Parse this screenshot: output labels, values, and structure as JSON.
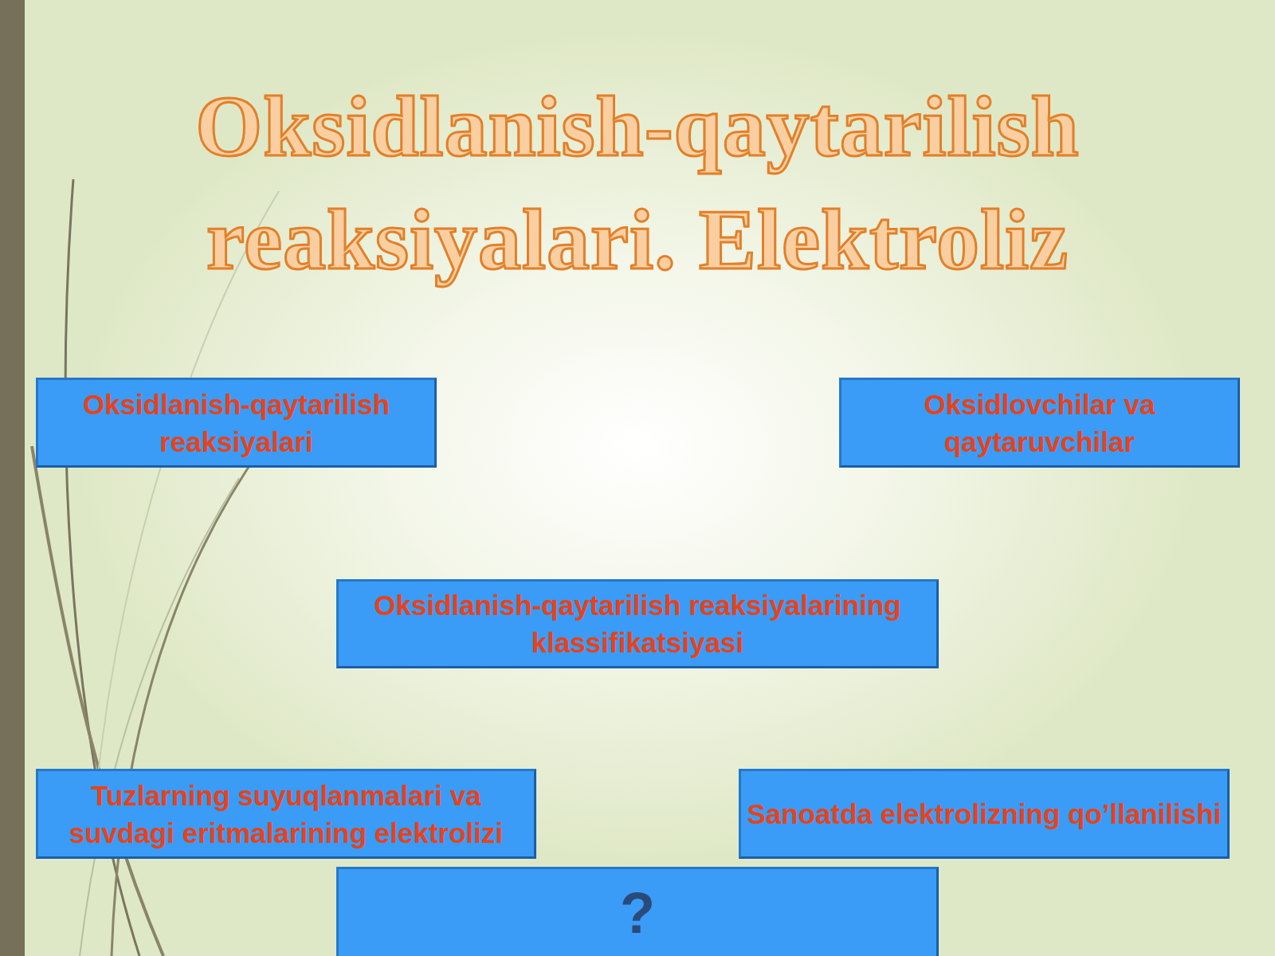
{
  "diagram": {
    "title": "Oksidlanish-qaytarilish reaksiyalari. Elektroliz",
    "nodes": [
      {
        "text": [
          "Oksidlanish-qaytarilish reaksiyalari"
        ]
      },
      {
        "text": [
          "Oksidlovchilar va qaytaruvchilar"
        ]
      },
      {
        "text": [
          "Oksidlanish-qaytarilish reaksiyalarining  klassifikatsiyasi"
        ]
      },
      {
        "text": [
          "Tuzlarning suyuqlanmalari va suvdagi eritmalarining elektrolizi"
        ]
      },
      {
        "text": [
          "Sanoatda elektrolizning qo’llanilishi"
        ]
      },
      {
        "text": [
          "?"
        ]
      }
    ]
  }
}
